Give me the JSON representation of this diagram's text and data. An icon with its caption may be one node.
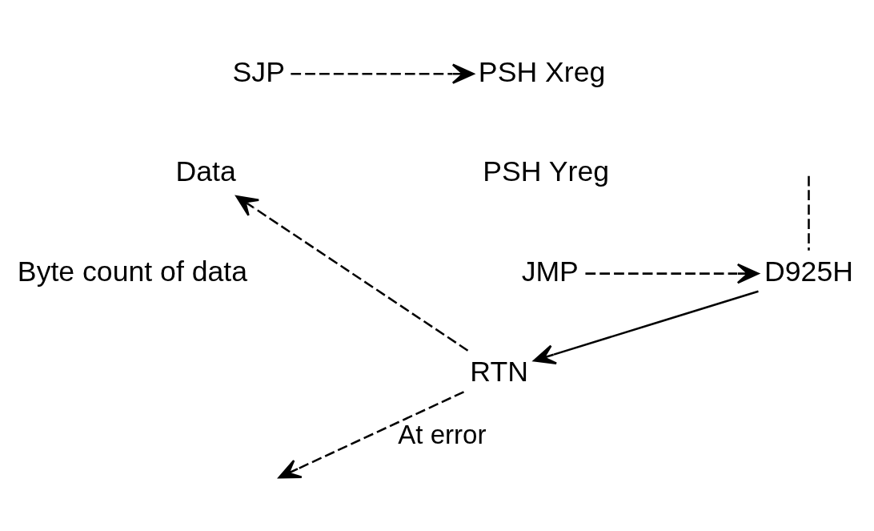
{
  "diagram": {
    "nodes": [
      {
        "text": [
          "SJP"
        ]
      },
      {
        "text": [
          "Data"
        ]
      },
      {
        "text": [
          "PSH Xreg"
        ]
      },
      {
        "text": [
          "PSH Yreg"
        ]
      },
      {
        "text": [
          "JMP"
        ]
      },
      {
        "text": [
          "D925H"
        ]
      },
      {
        "text": [
          "RTN"
        ]
      }
    ],
    "edges": [
      {
        "from": 0,
        "to": 2,
        "arrow": "to",
        "style": "dashed"
      },
      {
        "from": 4,
        "to": 5,
        "arrow": "to",
        "style": "dashed"
      },
      {
        "from": null,
        "to": 5,
        "arrow": "none",
        "style": "dashed"
      },
      {
        "from": 5,
        "to": 6,
        "arrow": "to"
      },
      {
        "from": 6,
        "to": 1,
        "arrow": "to",
        "style": "dashed"
      },
      {
        "from": 6,
        "to": null,
        "arrow": "to",
        "style": "dashed",
        "label": "At error"
      }
    ],
    "labels": [
      "Byte count of data"
    ]
  }
}
